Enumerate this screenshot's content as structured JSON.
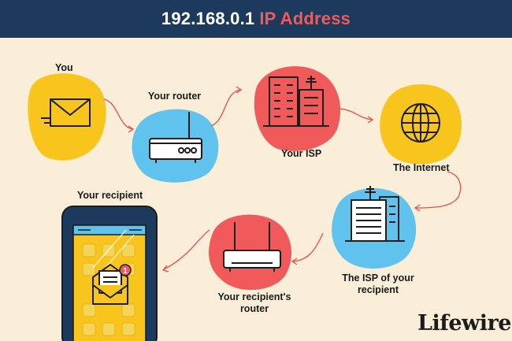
{
  "header": {
    "title_main": "192.168.0.1",
    "title_accent": "IP Address"
  },
  "nodes": [
    {
      "id": "you",
      "label": "You",
      "icon": "envelope-icon",
      "blob_color": "#f8c51c"
    },
    {
      "id": "router",
      "label": "Your router",
      "icon": "router-icon",
      "blob_color": "#5fc3ee"
    },
    {
      "id": "isp",
      "label": "Your ISP",
      "icon": "buildings-icon",
      "blob_color": "#f05a5a"
    },
    {
      "id": "internet",
      "label": "The Internet",
      "icon": "globe-icon",
      "blob_color": "#f8c51c"
    },
    {
      "id": "recipient_isp",
      "label_line1": "The ISP of your",
      "label_line2": "recipient",
      "icon": "buildings-icon",
      "blob_color": "#5fc3ee"
    },
    {
      "id": "recipient_router",
      "label_line1": "Your recipient's",
      "label_line2": "router",
      "icon": "router-icon",
      "blob_color": "#f05a5a"
    },
    {
      "id": "recipient",
      "label": "Your recipient",
      "icon": "phone-icon",
      "blob_color": "#1c3a5e"
    }
  ],
  "notification_count": "1",
  "brand": "Lifewire",
  "colors": {
    "arrow": "#e94b4b",
    "outline": "#1c1c1c",
    "background": "#fbeed8"
  }
}
